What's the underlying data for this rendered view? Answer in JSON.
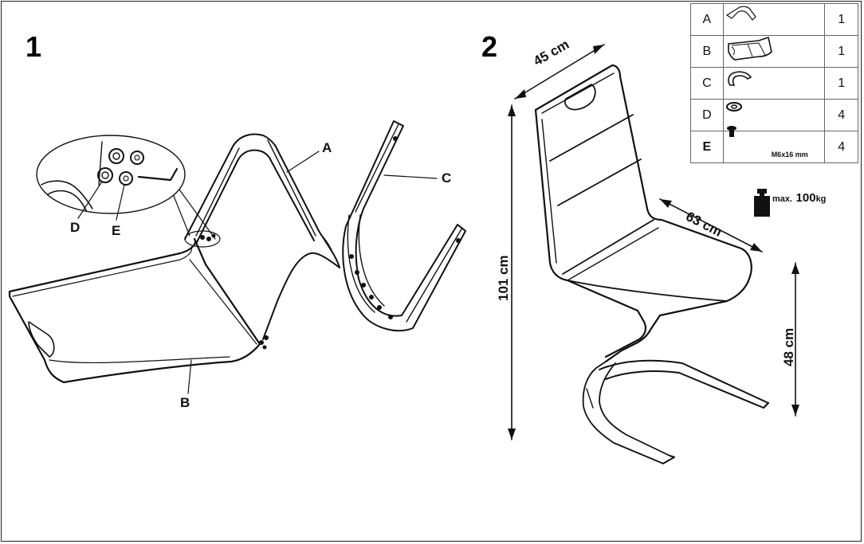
{
  "steps": [
    "1",
    "2"
  ],
  "labels": {
    "A": "A",
    "B": "B",
    "C": "C",
    "D": "D",
    "E": "E"
  },
  "dimensions": {
    "width": "45 cm",
    "depth": "63 cm",
    "height": "101 cm",
    "seat_height": "48 cm"
  },
  "parts_table": [
    {
      "letter": "A",
      "icon": "handle-frame-icon",
      "qty": "1"
    },
    {
      "letter": "B",
      "icon": "seat-back-panel-icon",
      "qty": "1"
    },
    {
      "letter": "C",
      "icon": "u-base-icon",
      "qty": "1"
    },
    {
      "letter": "D",
      "icon": "washer-icon",
      "qty": "4"
    },
    {
      "letter": "E",
      "icon": "bolt-icon",
      "qty": "4",
      "spec": "M6x16 mm"
    }
  ],
  "max_load": {
    "prefix": "max.",
    "value": "100",
    "unit": "kg",
    "icon": "weight-icon"
  }
}
